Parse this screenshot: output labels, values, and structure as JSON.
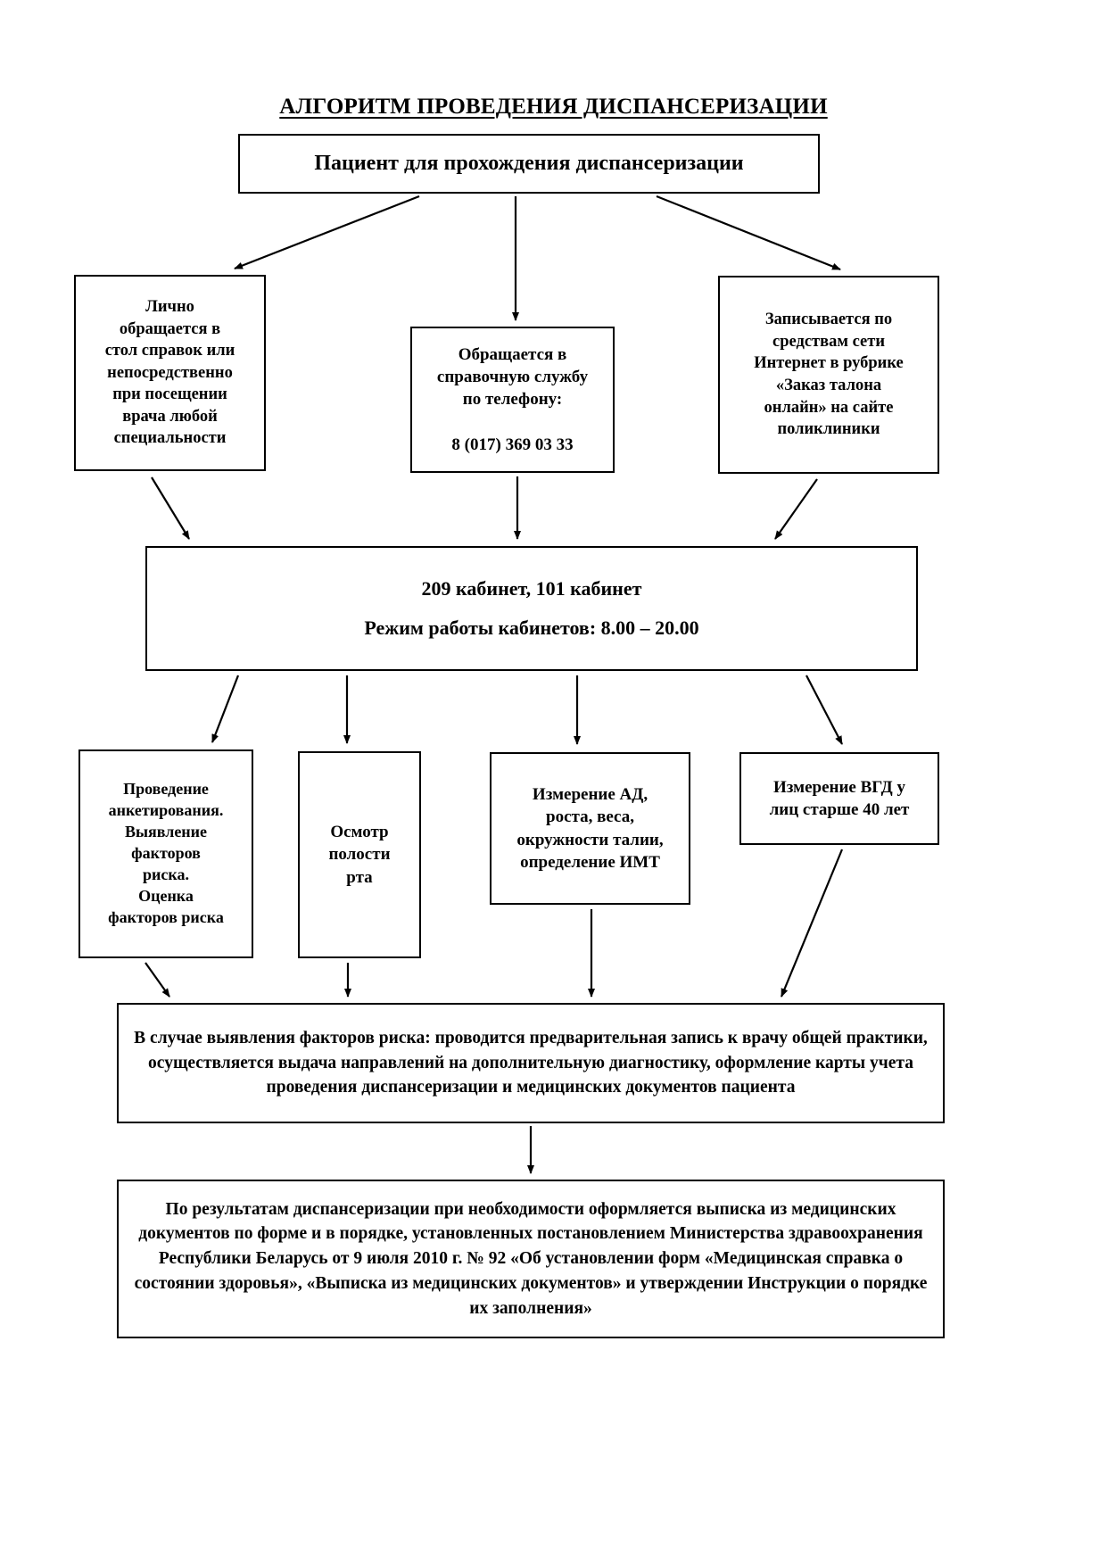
{
  "title": {
    "text": "АЛГОРИТМ ПРОВЕДЕНИЯ ДИСПАНСЕРИЗАЦИИ"
  },
  "nodes": {
    "patient": "Пациент для прохождения диспансеризации",
    "personal": "Лично\nобращается в\nстол справок или\nнепосредственно\nпри посещении\nврача любой\nспециальности",
    "phone": "Обращается в\nсправочную службу\nпо телефону:\n\n8 (017) 369 03 33",
    "online": "Записывается по\nсредствам сети\nИнтернет в рубрике\n«Заказ талона\nонлайн» на сайте\nполиклиники",
    "cabinets": "209 кабинет, 101 кабинет\nРежим работы кабинетов: 8.00 – 20.00",
    "survey": "Проведение\nанкетирования.\nВыявление\nфакторов\nриска.\nОценка\nфакторов риска",
    "oral": "Осмотр\nполости\nрта",
    "measure": "Измерение АД,\nроста, веса,\nокружности талии,\nопределение ИМТ",
    "iop": "Измерение ВГД у\nлиц старше 40 лет",
    "risk_factors": "В случае выявления факторов риска: проводится предварительная запись к врачу общей практики, осуществляется выдача направлений на дополнительную диагностику, оформление карты учета проведения диспансеризации и медицинских документов пациента",
    "conclusion": "По результатам диспансеризации при необходимости оформляется выписка из медицинских документов по форме и в порядке, установленных постановлением Министерства здравоохранения Республики Беларусь от 9 июля 2010 г. № 92 «Об установлении форм «Медицинская справка о состоянии здоровья», «Выписка из медицинских документов» и утверждении Инструкции о порядке их заполнения»"
  },
  "colors": {
    "border": "#000000",
    "text": "#000000",
    "background": "#ffffff"
  },
  "flow": {
    "edges": [
      {
        "from": "patient",
        "to": "personal"
      },
      {
        "from": "patient",
        "to": "phone"
      },
      {
        "from": "patient",
        "to": "online"
      },
      {
        "from": "personal",
        "to": "cabinets"
      },
      {
        "from": "phone",
        "to": "cabinets"
      },
      {
        "from": "online",
        "to": "cabinets"
      },
      {
        "from": "cabinets",
        "to": "survey"
      },
      {
        "from": "cabinets",
        "to": "oral"
      },
      {
        "from": "cabinets",
        "to": "measure"
      },
      {
        "from": "cabinets",
        "to": "iop"
      },
      {
        "from": "survey",
        "to": "risk_factors"
      },
      {
        "from": "oral",
        "to": "risk_factors"
      },
      {
        "from": "measure",
        "to": "risk_factors"
      },
      {
        "from": "iop",
        "to": "risk_factors"
      },
      {
        "from": "risk_factors",
        "to": "conclusion"
      }
    ]
  }
}
